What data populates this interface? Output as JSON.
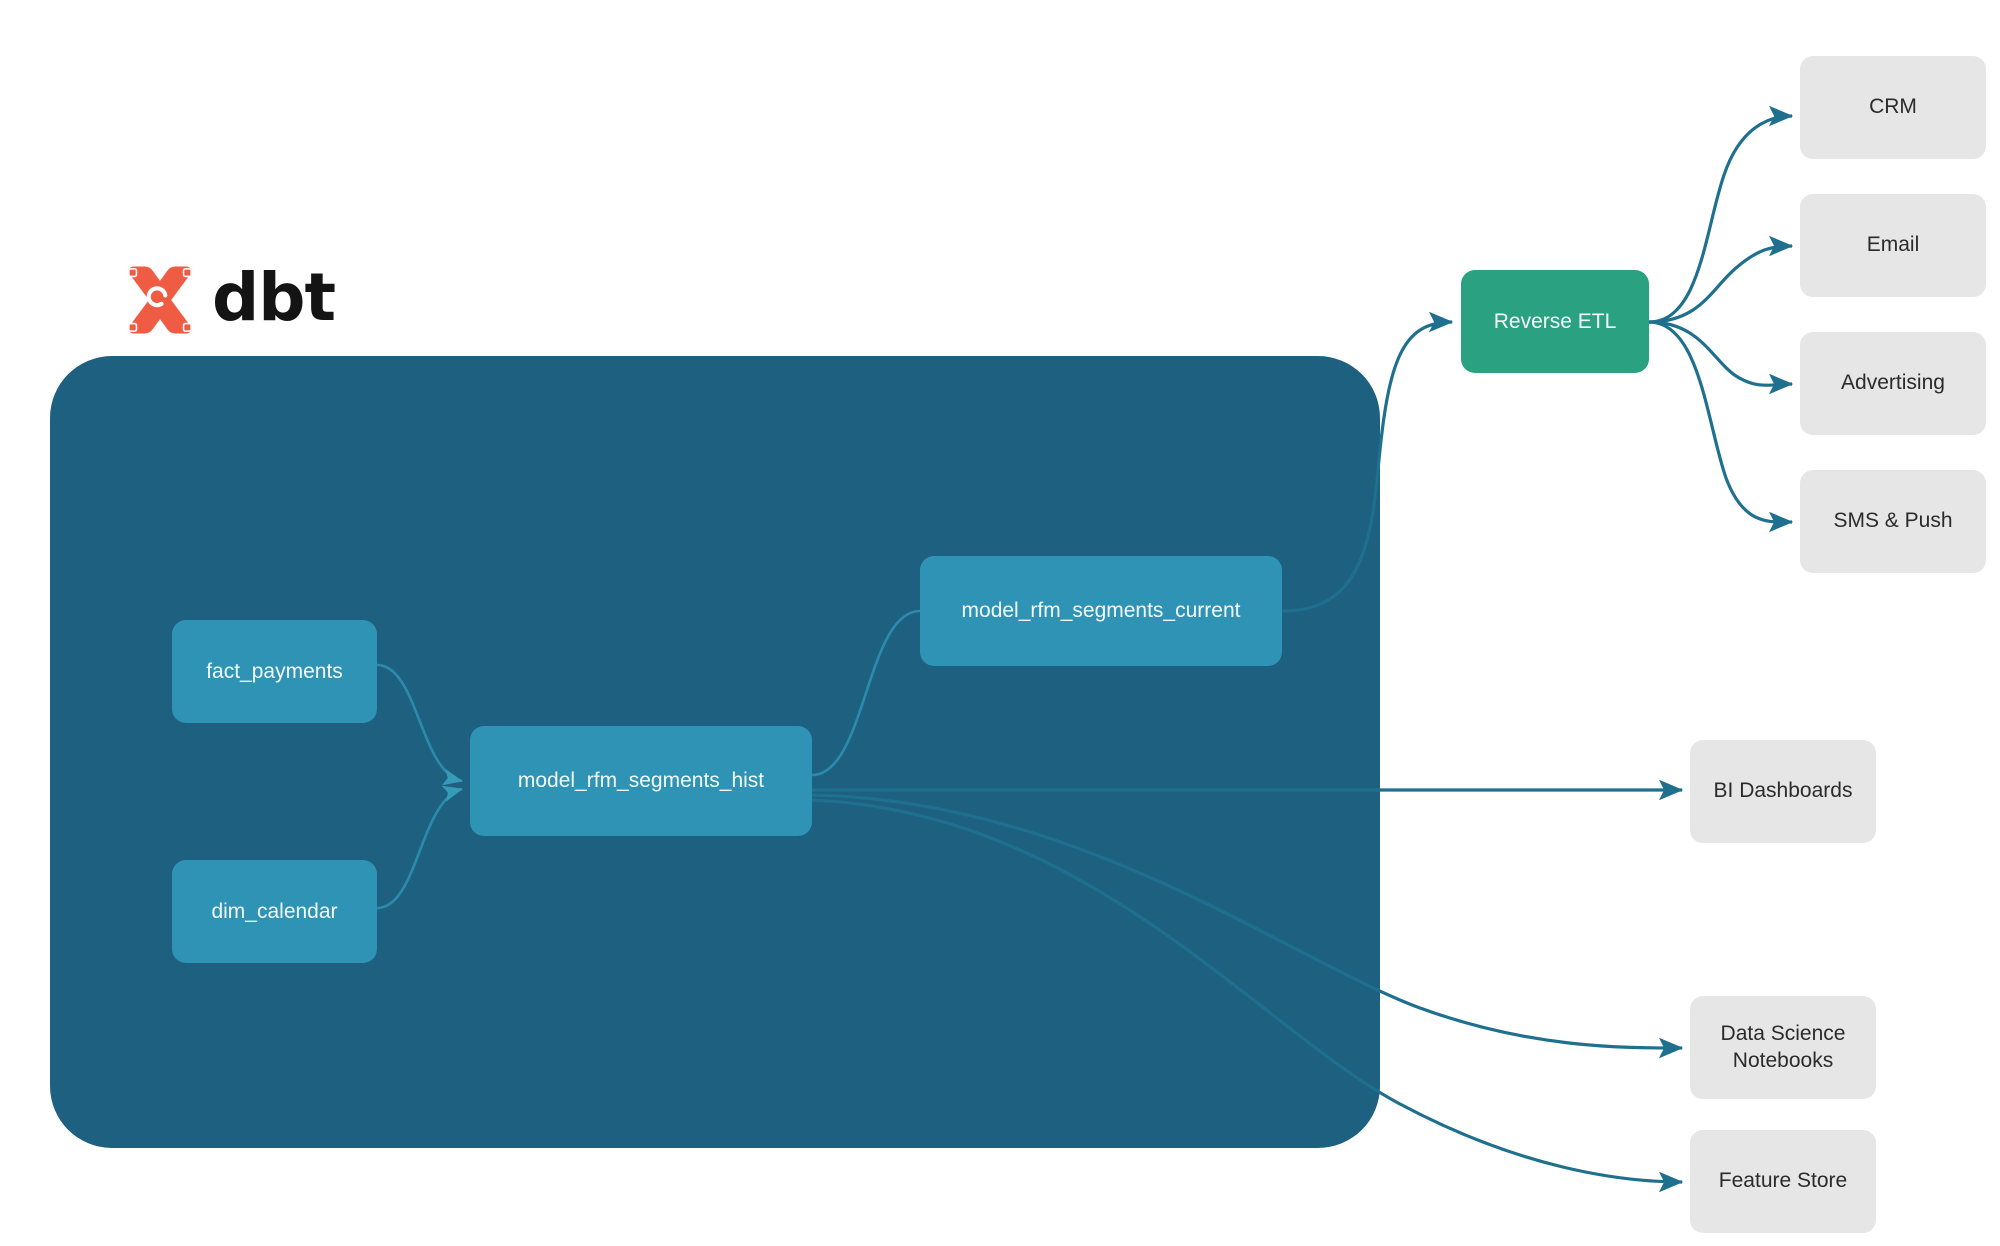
{
  "brand": {
    "logo_icon": "dbt-logo-icon",
    "wordmark": "dbt"
  },
  "container": {
    "label": "dbt-project-container",
    "color": "#1d6080"
  },
  "palette": {
    "container_fill": "#1d6080",
    "model_fill": "#2e93b5",
    "reverse_etl_fill": "#2aa181",
    "consumer_fill": "#e6e6e6",
    "edge_stroke": "#1f6f8f",
    "edge_stroke_inner": "#2e93b5",
    "logo_orange": "#ef5b43",
    "wordmark_color": "#141414",
    "page_background": "#ffffff"
  },
  "nodes": {
    "fact_payments": {
      "label": "fact_payments",
      "type": "model"
    },
    "dim_calendar": {
      "label": "dim_calendar",
      "type": "model"
    },
    "rfm_hist": {
      "label": "model_rfm_segments_hist",
      "type": "model"
    },
    "rfm_current": {
      "label": "model_rfm_segments_current",
      "type": "model"
    },
    "reverse_etl": {
      "label": "Reverse ETL",
      "type": "service"
    },
    "crm": {
      "label": "CRM",
      "type": "consumer"
    },
    "email": {
      "label": "Email",
      "type": "consumer"
    },
    "advertising": {
      "label": "Advertising",
      "type": "consumer"
    },
    "sms_push": {
      "label": "SMS & Push",
      "type": "consumer"
    },
    "bi_dashboards": {
      "label": "BI Dashboards",
      "type": "consumer"
    },
    "ds_notebooks_line1": {
      "label": "Data Science"
    },
    "ds_notebooks_line2": {
      "label": "Notebooks"
    },
    "feature_store": {
      "label": "Feature Store",
      "type": "consumer"
    }
  },
  "edges": [
    {
      "from": "fact_payments",
      "to": "rfm_hist",
      "arrow": true
    },
    {
      "from": "dim_calendar",
      "to": "rfm_hist",
      "arrow": true
    },
    {
      "from": "rfm_hist",
      "to": "rfm_current",
      "arrow": false
    },
    {
      "from": "rfm_current",
      "to": "reverse_etl",
      "arrow": true
    },
    {
      "from": "reverse_etl",
      "to": "crm",
      "arrow": true
    },
    {
      "from": "reverse_etl",
      "to": "email",
      "arrow": true
    },
    {
      "from": "reverse_etl",
      "to": "advertising",
      "arrow": true
    },
    {
      "from": "reverse_etl",
      "to": "sms_push",
      "arrow": true
    },
    {
      "from": "rfm_hist",
      "to": "bi_dashboards",
      "arrow": true
    },
    {
      "from": "rfm_hist",
      "to": "ds_notebooks",
      "arrow": true
    },
    {
      "from": "rfm_hist",
      "to": "feature_store",
      "arrow": true
    }
  ]
}
